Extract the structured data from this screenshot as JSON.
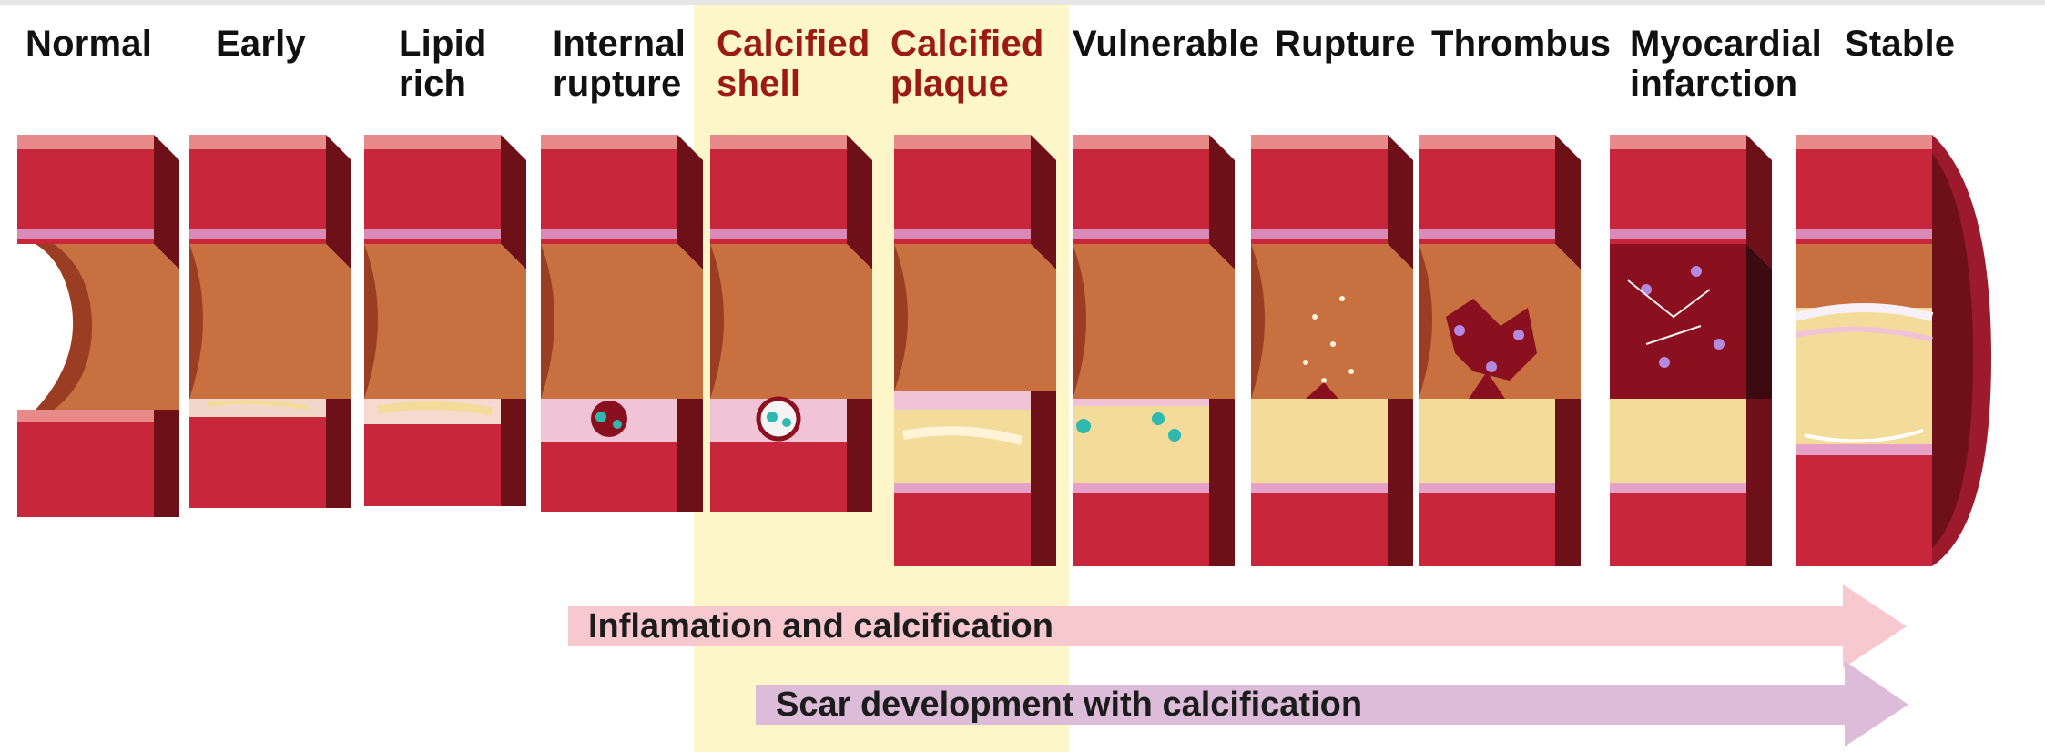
{
  "stages": [
    {
      "label": "Normal",
      "highlight": false
    },
    {
      "label": "Early",
      "highlight": false
    },
    {
      "label": "Lipid\nrich",
      "highlight": false
    },
    {
      "label": "Internal\nrupture",
      "highlight": false
    },
    {
      "label": "Calcified\nshell",
      "highlight": true
    },
    {
      "label": "Calcified\nplaque",
      "highlight": true
    },
    {
      "label": "Vulnerable",
      "highlight": false
    },
    {
      "label": "Rupture",
      "highlight": false
    },
    {
      "label": "Thrombus",
      "highlight": false
    },
    {
      "label": "Myocardial\ninfarction",
      "highlight": false
    },
    {
      "label": "Stable",
      "highlight": false
    }
  ],
  "arrows": {
    "inflammation": {
      "label": "Inflamation and calcification",
      "color": "#f7c9cf"
    },
    "scar": {
      "label": "Scar development with calcification",
      "color": "#dcbcd8"
    }
  },
  "colors": {
    "label_default": "#111111",
    "label_accent": "#9b1b12",
    "highlight_band": "#fdf6c8",
    "artery_wall": "#c8263a",
    "lumen": "#c8703f",
    "lipid": "#f3dc9a",
    "thrombus": "#8a1020"
  }
}
